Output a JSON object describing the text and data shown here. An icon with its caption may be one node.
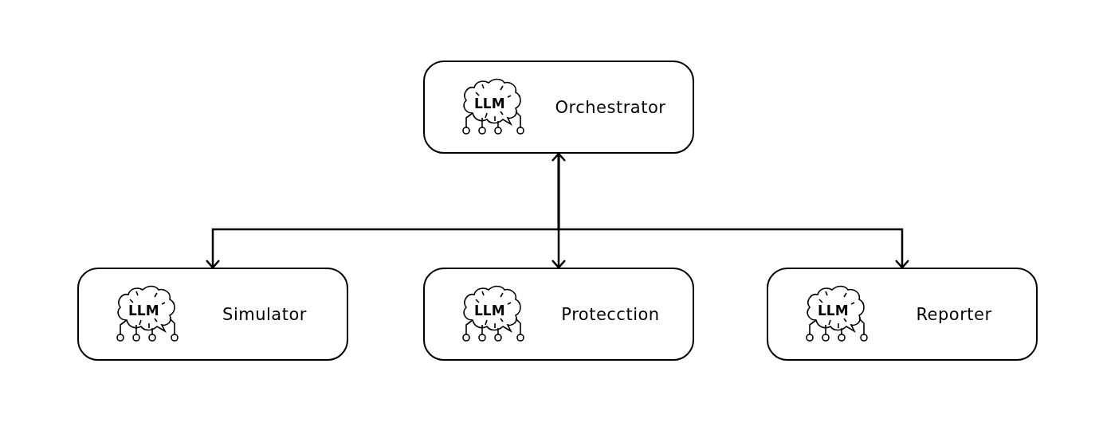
{
  "diagram": {
    "nodes": [
      {
        "text": [
          "LLM",
          "Orchestrator"
        ]
      },
      {
        "text": [
          "LLM",
          "Simulator"
        ]
      },
      {
        "text": [
          "LLM",
          "Protecction"
        ]
      },
      {
        "text": [
          "LLM",
          "Reporter"
        ]
      }
    ],
    "edges": [
      {
        "from": 0,
        "to": 2,
        "arrow": "both"
      },
      {
        "from": 0,
        "to": 1,
        "arrow": "to"
      },
      {
        "from": 0,
        "to": 3,
        "arrow": "to"
      }
    ]
  }
}
